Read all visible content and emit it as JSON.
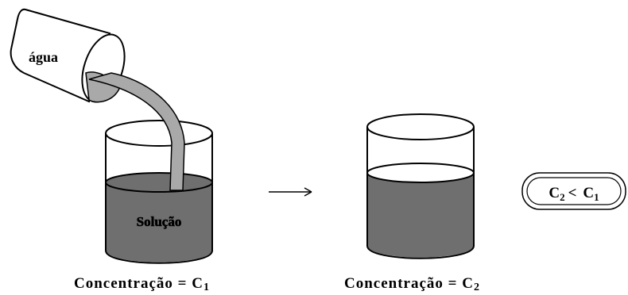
{
  "labels": {
    "water": "água",
    "solution": "Solução",
    "left_caption": {
      "prefix": "Concentração = C",
      "sub": "1"
    },
    "right_caption": {
      "prefix": "Concentração = C",
      "sub": "2"
    }
  },
  "comparison": {
    "c2": "C",
    "c2_sub": "2",
    "op": "<",
    "c1": "C",
    "c1_sub": "1"
  },
  "colors": {
    "solution_fill": "#6f6f6f",
    "pour_fill": "#a9a9a9",
    "outline": "#000000"
  }
}
